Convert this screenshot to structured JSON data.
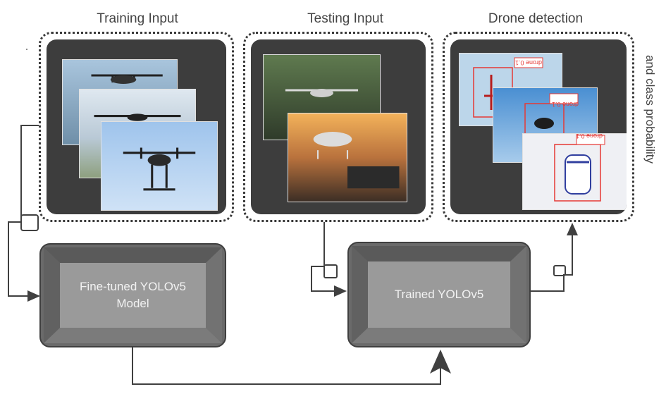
{
  "labels": {
    "training_input": "Training Input",
    "testing_input": "Testing Input",
    "drone_detection": "Drone detection",
    "side_caption": "and class probability"
  },
  "boxes": {
    "finetuned_line1": "Fine-tuned YOLOv5",
    "finetuned_line2": "Model",
    "trained": "Trained YOLOv5"
  },
  "detections": [
    {
      "tag": "drone 0.1"
    },
    {
      "tag": "drone 0.1"
    },
    {
      "tag": "drone 0.1"
    }
  ],
  "colors": {
    "panel_bg": "#3d3d3d",
    "box_face": "#9a9a9a",
    "detect_box": "#e53935",
    "arrow": "#404040"
  }
}
